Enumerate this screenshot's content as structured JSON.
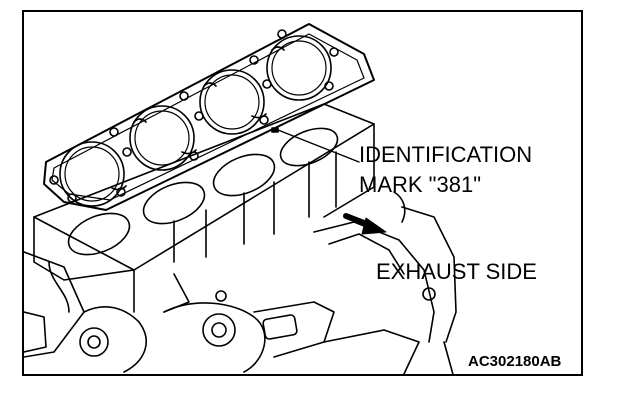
{
  "callouts": {
    "identification_line1": "IDENTIFICATION",
    "identification_line2": "MARK \"381\"",
    "exhaust_side": "EXHAUST SIDE"
  },
  "figure_code": "AC302180AB",
  "colors": {
    "ink": "#000000",
    "paper": "#ffffff"
  },
  "icons": {
    "direction_arrow": "arrow-icon"
  }
}
